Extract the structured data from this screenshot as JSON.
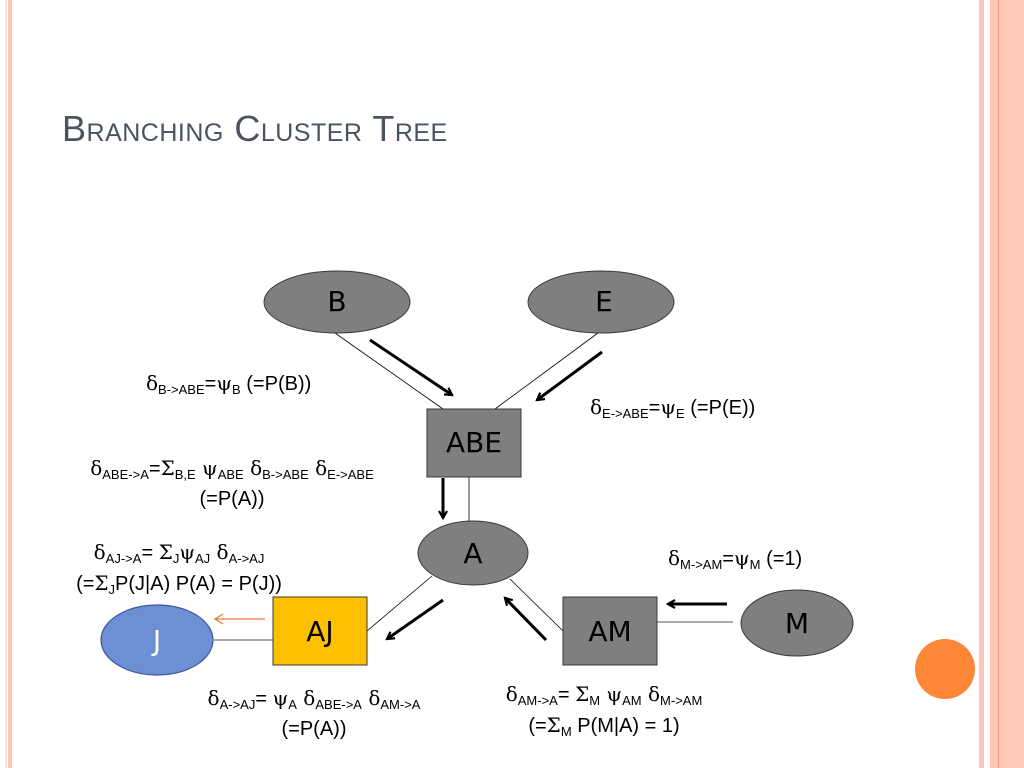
{
  "slide": {
    "title": "Branching Cluster Tree",
    "colors": {
      "node_gray": "#7f7f7f",
      "node_blue": "#6d8fd4",
      "node_gold": "#ffc000",
      "accent_orange": "#fd8637",
      "title_color": "#4c5360"
    }
  },
  "nodes": {
    "B": "B",
    "E": "E",
    "ABE": "ABE",
    "A": "A",
    "J": "J",
    "AJ": "AJ",
    "AM": "AM",
    "M": "M"
  },
  "messages": {
    "b_to_abe": {
      "delta": "δ",
      "sub1": "B->ABE",
      "eq": "=",
      "psi": "ψ",
      "sub2": "B",
      "tail": " (=P(B))"
    },
    "e_to_abe": {
      "delta": "δ",
      "sub1": "E->ABE",
      "eq": "=",
      "psi": "ψ",
      "sub2": "E",
      "tail": " (=P(E))"
    },
    "abe_to_a": {
      "line1": {
        "d": "δ",
        "s1": "ABE->A",
        "eq": "=",
        "sigma": "Σ",
        "s2": "B,E",
        "psi": " ψ",
        "s3": "ABE",
        "d2": " δ",
        "s4": "B->ABE",
        "d3": " δ",
        "s5": "E->ABE"
      },
      "line2": "(=P(A))"
    },
    "aj_to_a": {
      "line1": {
        "d": "δ",
        "s1": "AJ->A",
        "eq": "= ",
        "sigma": "Σ",
        "s2": "J",
        "psi": "ψ",
        "s3": "AJ",
        "d2": " δ",
        "s4": "A->AJ"
      },
      "line2": {
        "pre": "(=",
        "sigma": "Σ",
        "s1": "J",
        "post": "P(J|A) P(A) = P(J))"
      }
    },
    "m_to_am": {
      "delta": "δ",
      "sub1": "M->AM",
      "eq": "=",
      "psi": "ψ",
      "sub2": "M",
      "tail": " (=1)"
    },
    "a_to_aj": {
      "line1": {
        "d": "δ",
        "s1": "A->AJ",
        "eq": "= ",
        "psi": "ψ",
        "s2": "A",
        "d2": " δ",
        "s3": "ABE->A",
        "d3": " δ",
        "s4": "AM->A"
      },
      "line2": "(=P(A))"
    },
    "am_to_a": {
      "line1": {
        "d": "δ",
        "s1": "AM->A",
        "eq": "= ",
        "sigma": "Σ",
        "s2": "M",
        "psi": " ψ",
        "s3": "AM",
        "d2": " δ",
        "s4": "M->AM"
      },
      "line2": {
        "pre": "(=",
        "sigma": "Σ",
        "s1": "M",
        "post": " P(M|A) = 1)"
      }
    }
  }
}
